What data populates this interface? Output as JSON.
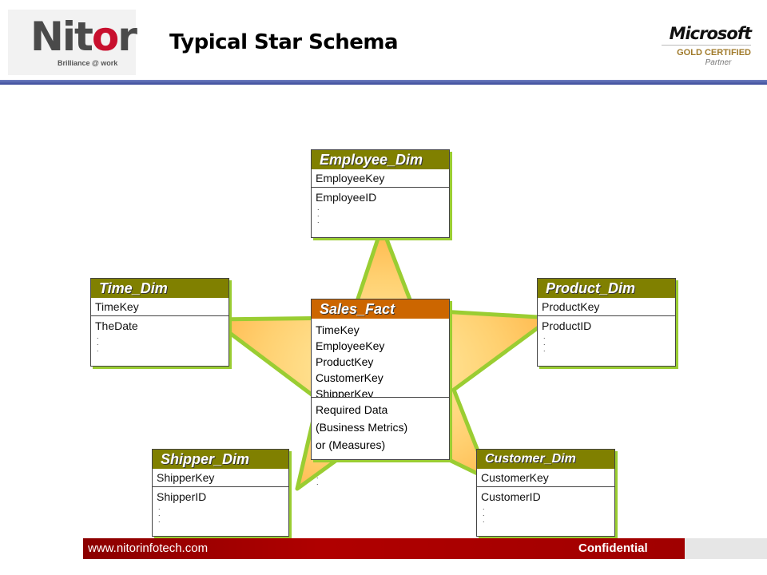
{
  "header": {
    "logo": {
      "name": "Nitor",
      "tagline": "Brilliance @ work"
    },
    "title": "Typical Star Schema",
    "partner_badge": {
      "brand": "Microsoft",
      "certification": "GOLD CERTIFIED",
      "label": "Partner"
    }
  },
  "diagram": {
    "fact": {
      "name": "Sales_Fact",
      "keys": [
        "TimeKey",
        "EmployeeKey",
        "ProductKey",
        "CustomerKey",
        "ShipperKey"
      ],
      "measures": [
        "Required Data",
        "(Business Metrics)",
        "or (Measures)"
      ]
    },
    "dimensions": {
      "employee": {
        "name": "Employee_Dim",
        "key": "EmployeeKey",
        "field": "EmployeeID"
      },
      "time": {
        "name": "Time_Dim",
        "key": "TimeKey",
        "field": "TheDate"
      },
      "product": {
        "name": "Product_Dim",
        "key": "ProductKey",
        "field": "ProductID"
      },
      "shipper": {
        "name": "Shipper_Dim",
        "key": "ShipperKey",
        "field": "ShipperID"
      },
      "customer": {
        "name": "Customer_Dim",
        "key": "CustomerKey",
        "field": "CustomerID"
      }
    },
    "colors": {
      "dim_header": "#808000",
      "fact_header": "#cc6600",
      "star_fill": "#ffcc66",
      "star_edge": "#9acd32"
    }
  },
  "footer": {
    "url": "www.nitorinfotech.com",
    "label": "Confidential",
    "color": "#a00000"
  }
}
